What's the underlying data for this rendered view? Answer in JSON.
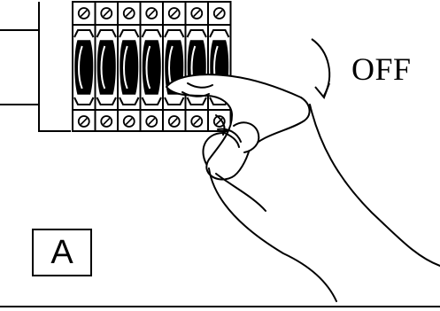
{
  "instruction_label": "OFF",
  "panel_label": "A",
  "breaker_count": 7,
  "colors": {
    "ink": "#000000",
    "paper": "#ffffff"
  },
  "icons": [
    "circuit-breaker-panel",
    "hand-icon",
    "curved-arrow-down-icon"
  ]
}
